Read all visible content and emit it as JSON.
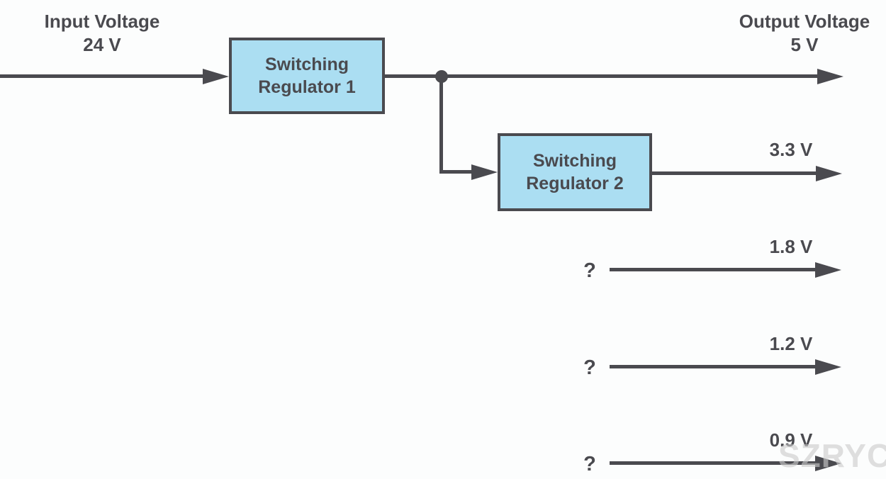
{
  "colors": {
    "background": "#fcfdfd",
    "ink": "#4a4a4f",
    "box_fill": "#abdef2",
    "box_border": "#4a4a4f",
    "watermark": "#cbcbcb"
  },
  "header": {
    "input": {
      "line1": "Input Voltage",
      "line2": "24 V"
    },
    "output": {
      "line1": "Output Voltage",
      "line2": "5 V"
    }
  },
  "blocks": {
    "regulator1": {
      "line1": "Switching",
      "line2": "Regulator 1"
    },
    "regulator2": {
      "line1": "Switching",
      "line2": "Regulator 2"
    }
  },
  "rails": [
    {
      "label": "3.3 V",
      "source": ""
    },
    {
      "label": "1.8 V",
      "source": "?"
    },
    {
      "label": "1.2 V",
      "source": "?"
    },
    {
      "label": "0.9 V",
      "source": "?"
    }
  ],
  "watermark": "SZRYC"
}
